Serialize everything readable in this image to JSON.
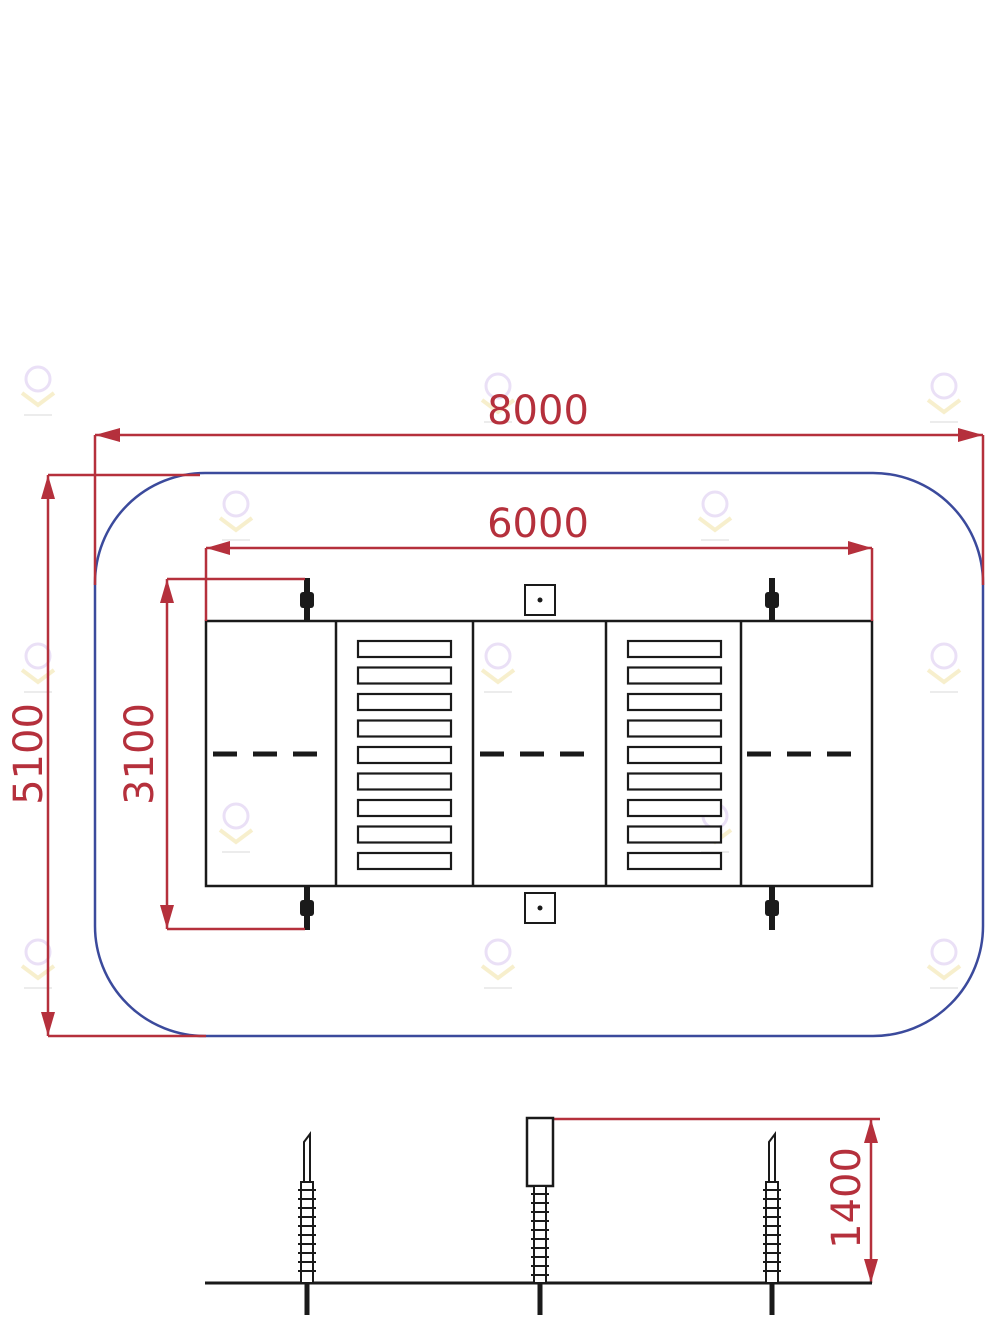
{
  "dimensions": {
    "total_width": "8000",
    "inner_width": "6000",
    "total_depth": "5100",
    "inner_depth": "3100",
    "height": "1400"
  },
  "colors": {
    "dimension": "#b5303c",
    "safety_zone": "#3b4a9c",
    "outline": "#1a1a1a",
    "watermark": "#d9c7f0"
  },
  "icons": {
    "watermark": "logo-watermark-icon",
    "post": "post-icon",
    "net_anchor": "net-anchor-icon"
  }
}
